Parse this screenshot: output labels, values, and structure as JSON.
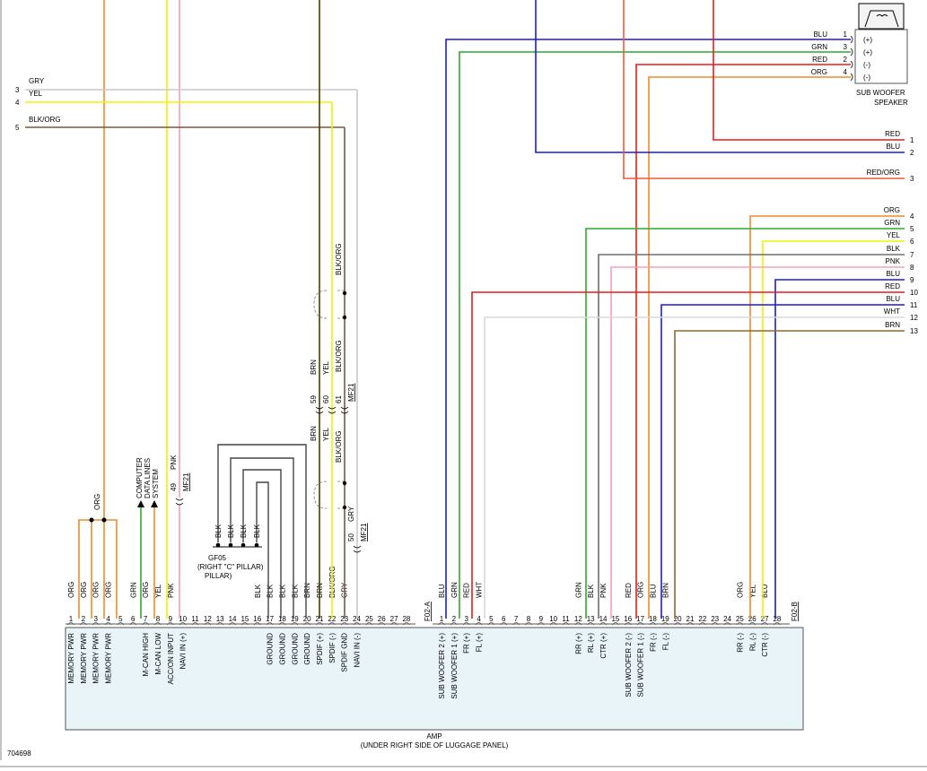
{
  "figure_id": "704698",
  "amp": {
    "title": "AMP",
    "location": "(UNDER RIGHT SIDE OF LUGGAGE PANEL)"
  },
  "speaker": {
    "title": "SUB WOOFER",
    "subtitle": "SPEAKER",
    "pins": [
      {
        "pin": "1",
        "color": "BLU",
        "sign": "(+)",
        "hex": "#1b1bd6"
      },
      {
        "pin": "3",
        "color": "GRN",
        "sign": "(+)",
        "hex": "#2ea82e"
      },
      {
        "pin": "2",
        "color": "RED",
        "sign": "(-)",
        "hex": "#e81c1c"
      },
      {
        "pin": "4",
        "color": "ORG",
        "sign": "(-)",
        "hex": "#f28a2a"
      }
    ]
  },
  "left_wires": [
    {
      "num": "3",
      "color": "GRY",
      "hex": "#c8c8c8"
    },
    {
      "num": "4",
      "color": "YEL",
      "hex": "#f5f000"
    },
    {
      "num": "5",
      "color": "BLK/ORG",
      "hex": "#7a5a3a"
    }
  ],
  "right_wires": [
    {
      "num": "1",
      "color": "RED",
      "hex": "#e81c1c"
    },
    {
      "num": "2",
      "color": "BLU",
      "hex": "#1b1bd6"
    },
    {
      "num": "3",
      "color": "RED/ORG",
      "hex": "#f0583a"
    },
    {
      "num": "4",
      "color": "ORG",
      "hex": "#f28a2a"
    },
    {
      "num": "5",
      "color": "GRN",
      "hex": "#2ea82e"
    },
    {
      "num": "6",
      "color": "YEL",
      "hex": "#f5f000"
    },
    {
      "num": "7",
      "color": "BLK",
      "hex": "#6e6e6e"
    },
    {
      "num": "8",
      "color": "PNK",
      "hex": "#f7a0b4"
    },
    {
      "num": "9",
      "color": "BLU",
      "hex": "#1b1bd6"
    },
    {
      "num": "10",
      "color": "RED",
      "hex": "#e81c1c"
    },
    {
      "num": "11",
      "color": "BLU",
      "hex": "#1b1bd6"
    },
    {
      "num": "12",
      "color": "WHT",
      "hex": "#d8d8d8"
    },
    {
      "num": "13",
      "color": "BRN",
      "hex": "#8a6a2a"
    }
  ],
  "connector_a": {
    "name": "F02-A",
    "pins": [
      "1",
      "2",
      "3",
      "4",
      "5",
      "6",
      "7",
      "8",
      "9",
      "10",
      "11",
      "12",
      "13",
      "14",
      "15",
      "16",
      "17",
      "18",
      "19",
      "20",
      "21",
      "22",
      "23",
      "24",
      "25",
      "26",
      "27",
      "28"
    ],
    "wire_labels": [
      {
        "pin": "1",
        "color": "ORG"
      },
      {
        "pin": "2",
        "color": "ORG"
      },
      {
        "pin": "3",
        "color": "ORG"
      },
      {
        "pin": "4",
        "color": "ORG"
      },
      {
        "pin": "6",
        "color": "GRN"
      },
      {
        "pin": "7",
        "color": "ORG"
      },
      {
        "pin": "8",
        "color": "YEL"
      },
      {
        "pin": "9",
        "color": "PNK"
      },
      {
        "pin": "16",
        "color": "BLK"
      },
      {
        "pin": "17",
        "color": "BLK"
      },
      {
        "pin": "18",
        "color": "BLK"
      },
      {
        "pin": "19",
        "color": "BLK"
      },
      {
        "pin": "20",
        "color": "BRN"
      },
      {
        "pin": "21",
        "color": "BRN"
      },
      {
        "pin": "22",
        "color": "BLK/ORG"
      },
      {
        "pin": "23",
        "color": "GRY"
      }
    ],
    "functions": [
      {
        "pin": "1",
        "text": "MEMORY PWR"
      },
      {
        "pin": "2",
        "text": "MEMORY PWR"
      },
      {
        "pin": "3",
        "text": "MEMORY PWR"
      },
      {
        "pin": "4",
        "text": "MEMORY PWR"
      },
      {
        "pin": "7",
        "text": "M-CAN HIGH"
      },
      {
        "pin": "8",
        "text": "M-CAN LOW"
      },
      {
        "pin": "9",
        "text": "ACC/ON INPUT"
      },
      {
        "pin": "10",
        "text": "NAVI IN (+)"
      },
      {
        "pin": "17",
        "text": "GROUND"
      },
      {
        "pin": "18",
        "text": "GROUND"
      },
      {
        "pin": "19",
        "text": "GROUND"
      },
      {
        "pin": "20",
        "text": "GROUND"
      },
      {
        "pin": "21",
        "text": "SPDIF (+)"
      },
      {
        "pin": "22",
        "text": "SPDIF (-)"
      },
      {
        "pin": "23",
        "text": "SPDIF GND"
      },
      {
        "pin": "24",
        "text": "NAVI IN (-)"
      }
    ]
  },
  "connector_b": {
    "name": "F02-B",
    "pins": [
      "1",
      "2",
      "3",
      "4",
      "5",
      "6",
      "7",
      "8",
      "9",
      "10",
      "11",
      "12",
      "13",
      "14",
      "15",
      "16",
      "17",
      "18",
      "19",
      "20",
      "21",
      "22",
      "23",
      "24",
      "25",
      "26",
      "27",
      "28"
    ],
    "wire_labels": [
      {
        "pin": "1",
        "color": "BLU"
      },
      {
        "pin": "2",
        "color": "GRN"
      },
      {
        "pin": "3",
        "color": "RED"
      },
      {
        "pin": "4",
        "color": "WHT"
      },
      {
        "pin": "12",
        "color": "GRN"
      },
      {
        "pin": "13",
        "color": "BLK"
      },
      {
        "pin": "14",
        "color": "PNK"
      },
      {
        "pin": "16",
        "color": "RED"
      },
      {
        "pin": "17",
        "color": "ORG"
      },
      {
        "pin": "18",
        "color": "BLU"
      },
      {
        "pin": "19",
        "color": "BRN"
      },
      {
        "pin": "25",
        "color": "ORG"
      },
      {
        "pin": "26",
        "color": "YEL"
      },
      {
        "pin": "27",
        "color": "BLU"
      }
    ],
    "functions": [
      {
        "pin": "1",
        "text": "SUB WOOFER 2 (+)"
      },
      {
        "pin": "2",
        "text": "SUB WOOFER 1 (+)"
      },
      {
        "pin": "3",
        "text": "FR (+)"
      },
      {
        "pin": "4",
        "text": "FL (+)"
      },
      {
        "pin": "12",
        "text": "RR (+)"
      },
      {
        "pin": "13",
        "text": "RL (+)"
      },
      {
        "pin": "14",
        "text": "CTR (+)"
      },
      {
        "pin": "16",
        "text": "SUB WOOFER 2 (-)"
      },
      {
        "pin": "17",
        "text": "SUB WOOFER 1 (-)"
      },
      {
        "pin": "18",
        "text": "FR (-)"
      },
      {
        "pin": "19",
        "text": "FL (-)"
      },
      {
        "pin": "25",
        "text": "RR (-)"
      },
      {
        "pin": "26",
        "text": "RL (-)"
      },
      {
        "pin": "27",
        "text": "CTR (-)"
      }
    ]
  },
  "ground": {
    "name": "GF05",
    "location": "(RIGHT \"C\" PILLAR)",
    "wires": [
      "BLK",
      "BLK",
      "BLK",
      "BLK"
    ]
  },
  "computer_data": "COMPUTER DATA LINES SYSTEM",
  "org_splice_label": "ORG",
  "pnk_pin": {
    "num": "49",
    "color": "PNK",
    "connector": "MF21"
  },
  "gry_pin": {
    "num": "50",
    "color": "GRY",
    "connector": "MF21"
  },
  "inline": [
    {
      "num": "59",
      "color": "BRN"
    },
    {
      "num": "60",
      "color": "YEL"
    },
    {
      "num": "61",
      "color": "BLK/ORG",
      "connector": "MF21"
    }
  ],
  "upper_blkorg": [
    "BLK/ORG",
    "BLK/ORG"
  ],
  "lower_labels": {
    "brn": "BRN",
    "yel": "YEL",
    "blkorg": "BLK/ORG"
  }
}
